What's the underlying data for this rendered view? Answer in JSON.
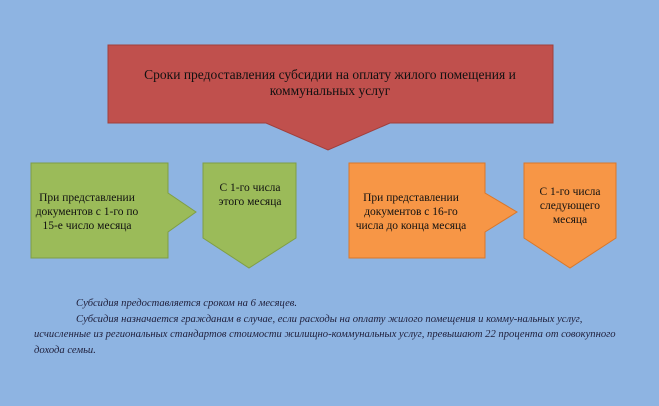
{
  "colors": {
    "background": "#8eb4e2",
    "title_arrow": "#c0504d",
    "green": "#9bbb59",
    "orange": "#f79646",
    "text": "#111111",
    "note_text": "#1e1e3a"
  },
  "title": "Сроки предоставления субсидии на оплату жилого помещения и коммунальных услуг",
  "flows": {
    "left": {
      "condition": "При представлении документов с 1-го по 15-е число месяца",
      "result": "С 1-го числа этого месяца"
    },
    "right": {
      "condition": "При представлении документов с 16-го числа до конца месяца",
      "result": "С 1-го числа следующего месяца"
    }
  },
  "notes": {
    "line1": "Субсидия предоставляется сроком на 6 месяцев.",
    "line2": "Субсидия назначается гражданам в случае, если расходы на оплату жилого помещения и комму-нальных услуг, исчисленные из региональных стандартов стоимости жилищно-коммунальных услуг, превышают 22 процента от совокупного дохода семьи."
  }
}
